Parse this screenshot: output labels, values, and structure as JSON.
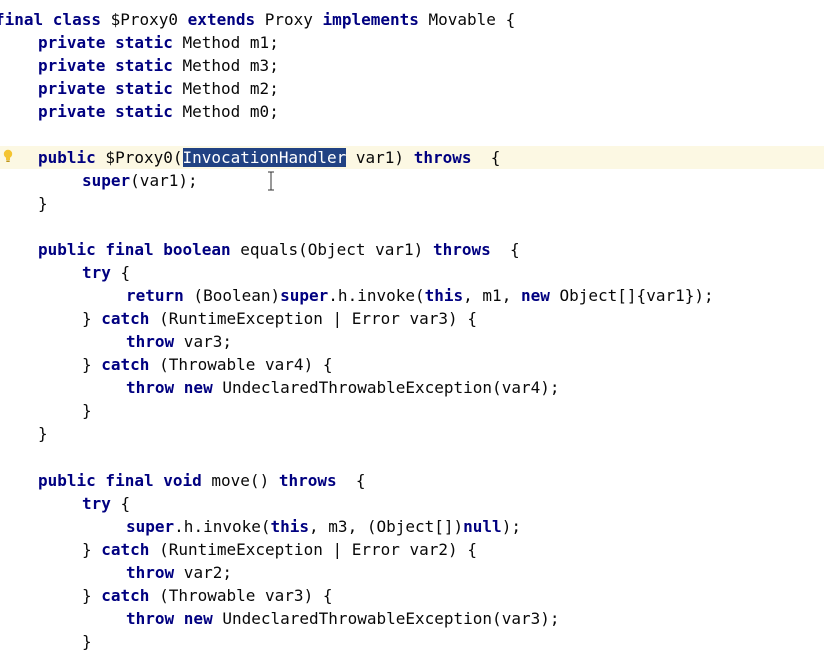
{
  "editor": {
    "current_line_index": 6,
    "lines": [
      [
        {
          "t": "final class",
          "c": "kw"
        },
        {
          "t": " $Proxy0 "
        },
        {
          "t": "extends",
          "c": "kw"
        },
        {
          "t": " Proxy "
        },
        {
          "t": "implements",
          "c": "kw"
        },
        {
          "t": " Movable {"
        }
      ],
      [
        {
          "t": "private static",
          "c": "kw"
        },
        {
          "t": " Method m1;"
        }
      ],
      [
        {
          "t": "private static",
          "c": "kw"
        },
        {
          "t": " Method m3;"
        }
      ],
      [
        {
          "t": "private static",
          "c": "kw"
        },
        {
          "t": " Method m2;"
        }
      ],
      [
        {
          "t": "private static",
          "c": "kw"
        },
        {
          "t": " Method m0;"
        }
      ],
      [],
      [
        {
          "t": "public",
          "c": "kw"
        },
        {
          "t": " $Proxy0("
        },
        {
          "t": "InvocationHandler",
          "c": "sel"
        },
        {
          "t": " var1) "
        },
        {
          "t": "throws",
          "c": "kw"
        },
        {
          "t": "  {"
        }
      ],
      [
        {
          "t": "super",
          "c": "kw"
        },
        {
          "t": "(var1);"
        }
      ],
      [
        {
          "t": "}"
        }
      ],
      [],
      [
        {
          "t": "public final boolean",
          "c": "kw"
        },
        {
          "t": " equals(Object var1) "
        },
        {
          "t": "throws",
          "c": "kw"
        },
        {
          "t": "  {"
        }
      ],
      [
        {
          "t": "try",
          "c": "kw"
        },
        {
          "t": " {"
        }
      ],
      [
        {
          "t": "return",
          "c": "kw"
        },
        {
          "t": " (Boolean)"
        },
        {
          "t": "super",
          "c": "kw"
        },
        {
          "t": ".h.invoke("
        },
        {
          "t": "this",
          "c": "kw"
        },
        {
          "t": ", m1, "
        },
        {
          "t": "new",
          "c": "kw"
        },
        {
          "t": " Object[]{var1});"
        }
      ],
      [
        {
          "t": "} "
        },
        {
          "t": "catch",
          "c": "kw"
        },
        {
          "t": " (RuntimeException | Error var3) {"
        }
      ],
      [
        {
          "t": "throw",
          "c": "kw"
        },
        {
          "t": " var3;"
        }
      ],
      [
        {
          "t": "} "
        },
        {
          "t": "catch",
          "c": "kw"
        },
        {
          "t": " (Throwable var4) {"
        }
      ],
      [
        {
          "t": "throw new",
          "c": "kw"
        },
        {
          "t": " UndeclaredThrowableException(var4);"
        }
      ],
      [
        {
          "t": "}"
        }
      ],
      [
        {
          "t": "}"
        }
      ],
      [],
      [
        {
          "t": "public final void",
          "c": "kw"
        },
        {
          "t": " move() "
        },
        {
          "t": "throws",
          "c": "kw"
        },
        {
          "t": "  {"
        }
      ],
      [
        {
          "t": "try",
          "c": "kw"
        },
        {
          "t": " {"
        }
      ],
      [
        {
          "t": "super",
          "c": "kw"
        },
        {
          "t": ".h.invoke("
        },
        {
          "t": "this",
          "c": "kw"
        },
        {
          "t": ", m3, (Object[])"
        },
        {
          "t": "null",
          "c": "kw"
        },
        {
          "t": ");"
        }
      ],
      [
        {
          "t": "} "
        },
        {
          "t": "catch",
          "c": "kw"
        },
        {
          "t": " (RuntimeException | Error var2) {"
        }
      ],
      [
        {
          "t": "throw",
          "c": "kw"
        },
        {
          "t": " var2;"
        }
      ],
      [
        {
          "t": "} "
        },
        {
          "t": "catch",
          "c": "kw"
        },
        {
          "t": " (Throwable var3) {"
        }
      ],
      [
        {
          "t": "throw new",
          "c": "kw"
        },
        {
          "t": " UndeclaredThrowableException(var3);"
        }
      ],
      [
        {
          "t": "}"
        }
      ]
    ],
    "gutter": {
      "intention_icon": "lightbulb-icon",
      "icon_color": "#f4c430"
    },
    "colors": {
      "keyword": "#000080",
      "text": "#080808",
      "selection": "#214283",
      "current_line": "#fcf8e3"
    }
  }
}
